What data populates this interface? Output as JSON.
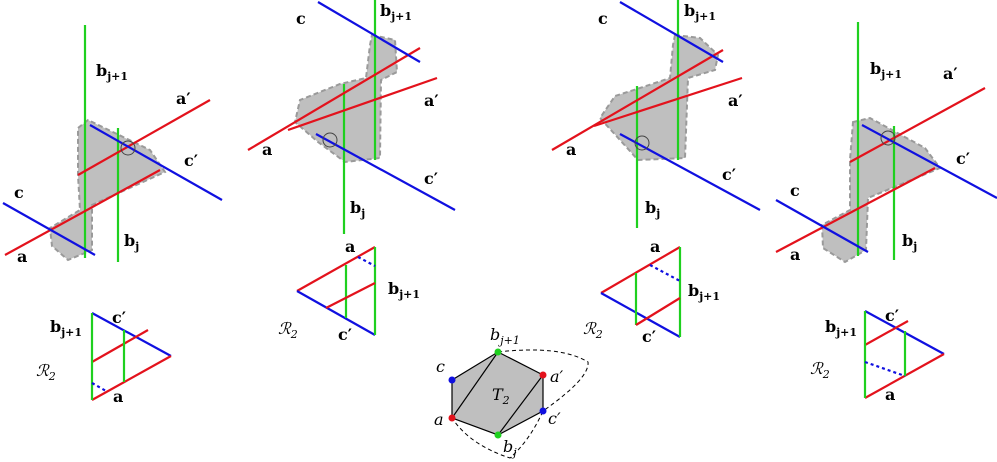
{
  "panel1": {
    "top": {
      "c": "c",
      "a": "a",
      "bj1": "b",
      "bj1_sub": "j+1",
      "ap": "a′",
      "cp": "c′",
      "bj": "b",
      "bj_sub": "j"
    },
    "tri": {
      "bj1": "b",
      "bj1_sub": "j+1",
      "cp": "c′",
      "r2": "ℛ",
      "r2_sub": "2",
      "a": "a"
    }
  },
  "panel2": {
    "top": {
      "c": "c",
      "bj1": "b",
      "bj1_sub": "j+1",
      "ap": "a′",
      "a": "a",
      "cp": "c′",
      "bj": "b",
      "bj_sub": "j"
    },
    "tri": {
      "a": "a",
      "bj1": "b",
      "bj1_sub": "j+1",
      "r2": "ℛ",
      "r2_sub": "2",
      "cp": "c′"
    }
  },
  "panel3": {
    "top": {
      "c": "c",
      "bj1": "b",
      "bj1_sub": "j+1",
      "ap": "a′",
      "a": "a",
      "cp": "c′",
      "bj": "b",
      "bj_sub": "j"
    },
    "tri": {
      "a": "a",
      "bj1": "b",
      "bj1_sub": "j+1",
      "r2": "ℛ",
      "r2_sub": "2",
      "cp": "c′"
    }
  },
  "panel4": {
    "top": {
      "bj1": "b",
      "bj1_sub": "j+1",
      "ap": "a′",
      "cp": "c′",
      "c": "c",
      "a": "a",
      "bj": "b",
      "bj_sub": "j"
    },
    "tri": {
      "cp": "c′",
      "bj1": "b",
      "bj1_sub": "j+1",
      "r2": "ℛ",
      "r2_sub": "2",
      "a": "a"
    }
  },
  "hexagon": {
    "bj1": "b",
    "bj1_sub": "j+1",
    "c": "c",
    "ap": "a′",
    "t2": "T",
    "t2_sub": "2",
    "a": "a",
    "cp": "c′",
    "bj": "b",
    "bj_sub": "j"
  },
  "colors": {
    "red": "#e3121c",
    "blue": "#1010e0",
    "green": "#1fd01f",
    "shade": "#bfbfbf"
  }
}
